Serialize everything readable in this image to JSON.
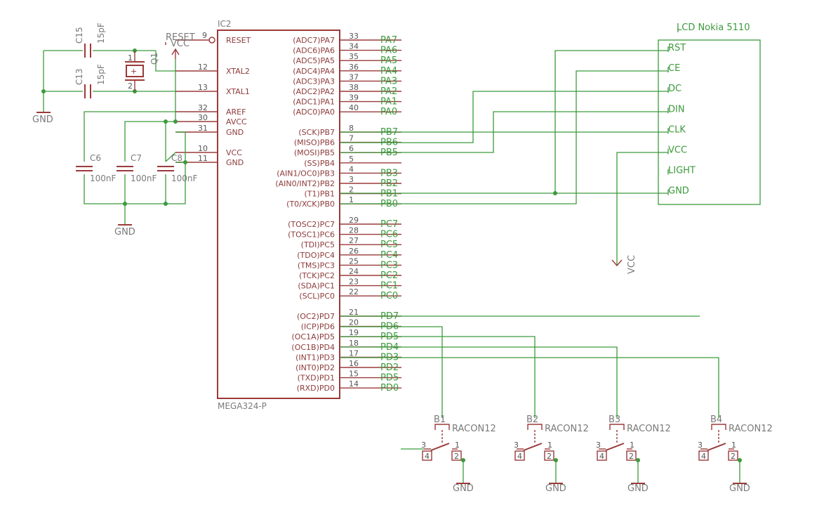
{
  "ic": {
    "name": "IC2",
    "part": "MEGA324-P",
    "reset_label": "RESET",
    "left_labels": [
      "XTAL2",
      "XTAL1",
      "AREF",
      "AVCC",
      "GND",
      "VCC",
      "GND"
    ],
    "left_pins": [
      "9",
      "12",
      "13",
      "32",
      "30",
      "31",
      "10",
      "11"
    ],
    "port_a": [
      {
        "pin": "33",
        "fn": "(ADC7)PA7",
        "net": "PA7"
      },
      {
        "pin": "34",
        "fn": "(ADC6)PA6",
        "net": "PA6"
      },
      {
        "pin": "35",
        "fn": "(ADC5)PA5",
        "net": "PA5"
      },
      {
        "pin": "36",
        "fn": "(ADC4)PA4",
        "net": "PA4"
      },
      {
        "pin": "37",
        "fn": "(ADC3)PA3",
        "net": "PA3"
      },
      {
        "pin": "38",
        "fn": "(ADC2)PA2",
        "net": "PA2"
      },
      {
        "pin": "39",
        "fn": "(ADC1)PA1",
        "net": "PA1"
      },
      {
        "pin": "40",
        "fn": "(ADC0)PA0",
        "net": "PA0"
      }
    ],
    "port_b": [
      {
        "pin": "8",
        "fn": "(SCK)PB7",
        "net": "PB7"
      },
      {
        "pin": "7",
        "fn": "(MISO)PB6",
        "net": "PB6"
      },
      {
        "pin": "6",
        "fn": "(MOSI)PB5",
        "net": "PB5"
      },
      {
        "pin": "5",
        "fn": "(SS)PB4",
        "net": ""
      },
      {
        "pin": "4",
        "fn": "(AIN1/OC0)PB3",
        "net": "PB3"
      },
      {
        "pin": "3",
        "fn": "(AIN0/INT2)PB2",
        "net": "PB2"
      },
      {
        "pin": "2",
        "fn": "(T1)PB1",
        "net": "PB1"
      },
      {
        "pin": "1",
        "fn": "(T0/XCK)PB0",
        "net": "PB0"
      }
    ],
    "port_c": [
      {
        "pin": "29",
        "fn": "(TOSC2)PC7",
        "net": "PC7"
      },
      {
        "pin": "28",
        "fn": "(TOSC1)PC6",
        "net": "PC6"
      },
      {
        "pin": "27",
        "fn": "(TDI)PC5",
        "net": "PC5"
      },
      {
        "pin": "26",
        "fn": "(TDO)PC4",
        "net": "PC4"
      },
      {
        "pin": "25",
        "fn": "(TMS)PC3",
        "net": "PC3"
      },
      {
        "pin": "24",
        "fn": "(TCK)PC2",
        "net": "PC2"
      },
      {
        "pin": "23",
        "fn": "(SDA)PC1",
        "net": "PC1"
      },
      {
        "pin": "22",
        "fn": "(SCL)PC0",
        "net": "PC0"
      }
    ],
    "port_d": [
      {
        "pin": "21",
        "fn": "(OC2)PD7",
        "net": "PD7"
      },
      {
        "pin": "20",
        "fn": "(ICP)PD6",
        "net": "PD6"
      },
      {
        "pin": "19",
        "fn": "(OC1A)PD5",
        "net": "PD5"
      },
      {
        "pin": "18",
        "fn": "(OC1B)PD4",
        "net": "PD4"
      },
      {
        "pin": "17",
        "fn": "(INT1)PD3",
        "net": "PD3"
      },
      {
        "pin": "16",
        "fn": "(INT0)PD2",
        "net": "PD2"
      },
      {
        "pin": "15",
        "fn": "(TXD)PD1",
        "net": "PD5"
      },
      {
        "pin": "14",
        "fn": "(RXD)PD0",
        "net": "PD0"
      }
    ]
  },
  "caps": [
    {
      "name": "C15",
      "value": "15pF"
    },
    {
      "name": "C13",
      "value": "15pF"
    },
    {
      "name": "C6",
      "value": "100nF"
    },
    {
      "name": "C7",
      "value": "100nF"
    },
    {
      "name": "C8",
      "value": "100nF"
    }
  ],
  "crystal": {
    "name": "Q1",
    "pin1": "1",
    "pin2": "2"
  },
  "power": {
    "gnd": "GND",
    "vcc": "VCC"
  },
  "lcd": {
    "title": "LCD Nokia 5110",
    "pins": [
      "RST",
      "CE",
      "DC",
      "DIN",
      "CLK",
      "VCC",
      "LIGHT",
      "GND"
    ]
  },
  "buttons": [
    {
      "name": "B1",
      "part": "RACON12"
    },
    {
      "name": "B2",
      "part": "RACON12"
    },
    {
      "name": "B3",
      "part": "RACON12"
    },
    {
      "name": "B4",
      "part": "RACON12"
    }
  ],
  "button_pins": [
    "3",
    "1",
    "4",
    "2"
  ]
}
